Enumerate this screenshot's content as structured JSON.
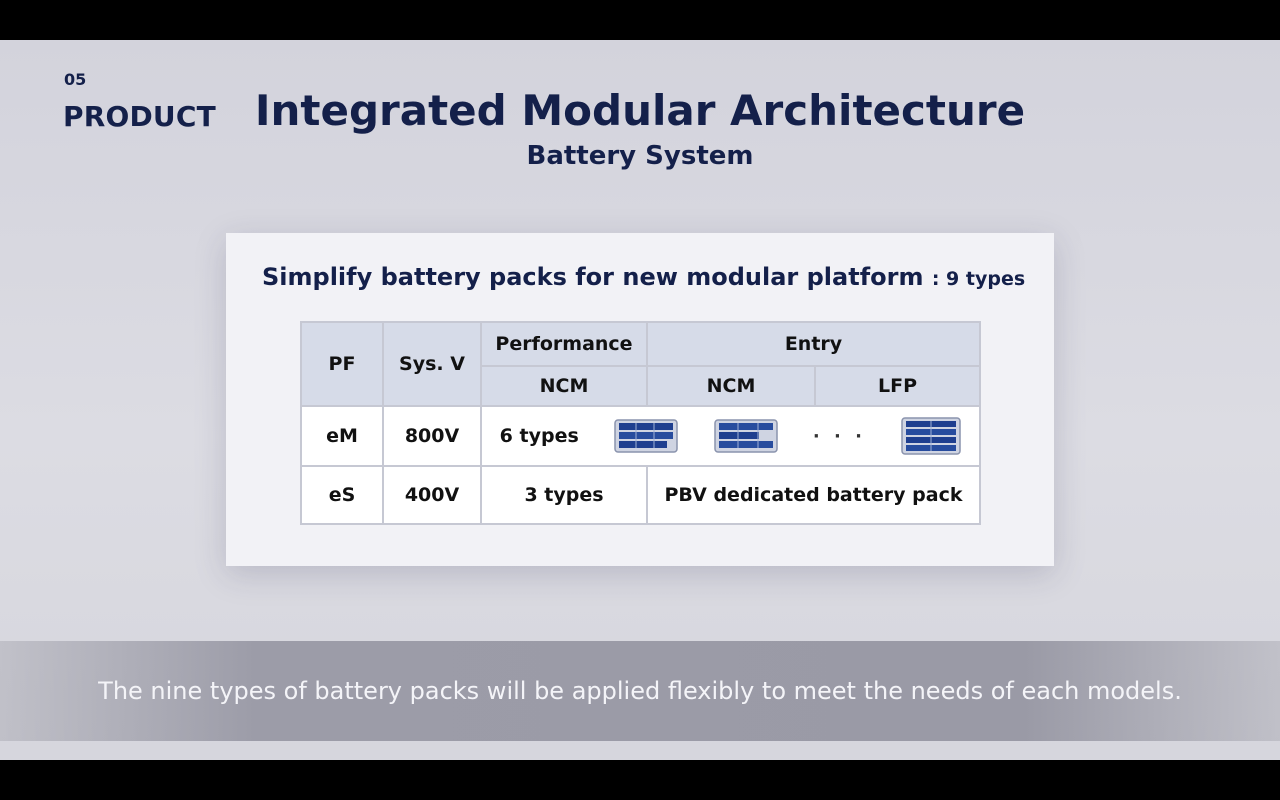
{
  "slide": {
    "section_number": "05",
    "section_title": "PRODUCT",
    "title": "Integrated Modular Architecture",
    "subtitle": "Battery System"
  },
  "card": {
    "heading": "Simplify battery packs for new modular platform",
    "heading_count": ": 9 types"
  },
  "table": {
    "headers": {
      "pf": "PF",
      "sys_v": "Sys. V",
      "performance": "Performance",
      "entry": "Entry",
      "perf_ncm": "NCM",
      "entry_ncm": "NCM",
      "entry_lfp": "LFP"
    },
    "rows": [
      {
        "pf": "eM",
        "sys_v": "800V",
        "types": "6 types",
        "ellipsis": "· · ·"
      },
      {
        "pf": "eS",
        "sys_v": "400V",
        "types": "3 types",
        "note": "PBV dedicated battery pack"
      }
    ],
    "pack_icon": "battery-pack-icon",
    "pack_color": "#1f3f8f"
  },
  "caption": {
    "text": "The nine types of battery packs will be applied flexibly to meet the needs of each models."
  },
  "colors": {
    "navy": "#14204a",
    "header_bg": "#d6dbe8",
    "slide_bg": "#d8d8df"
  }
}
